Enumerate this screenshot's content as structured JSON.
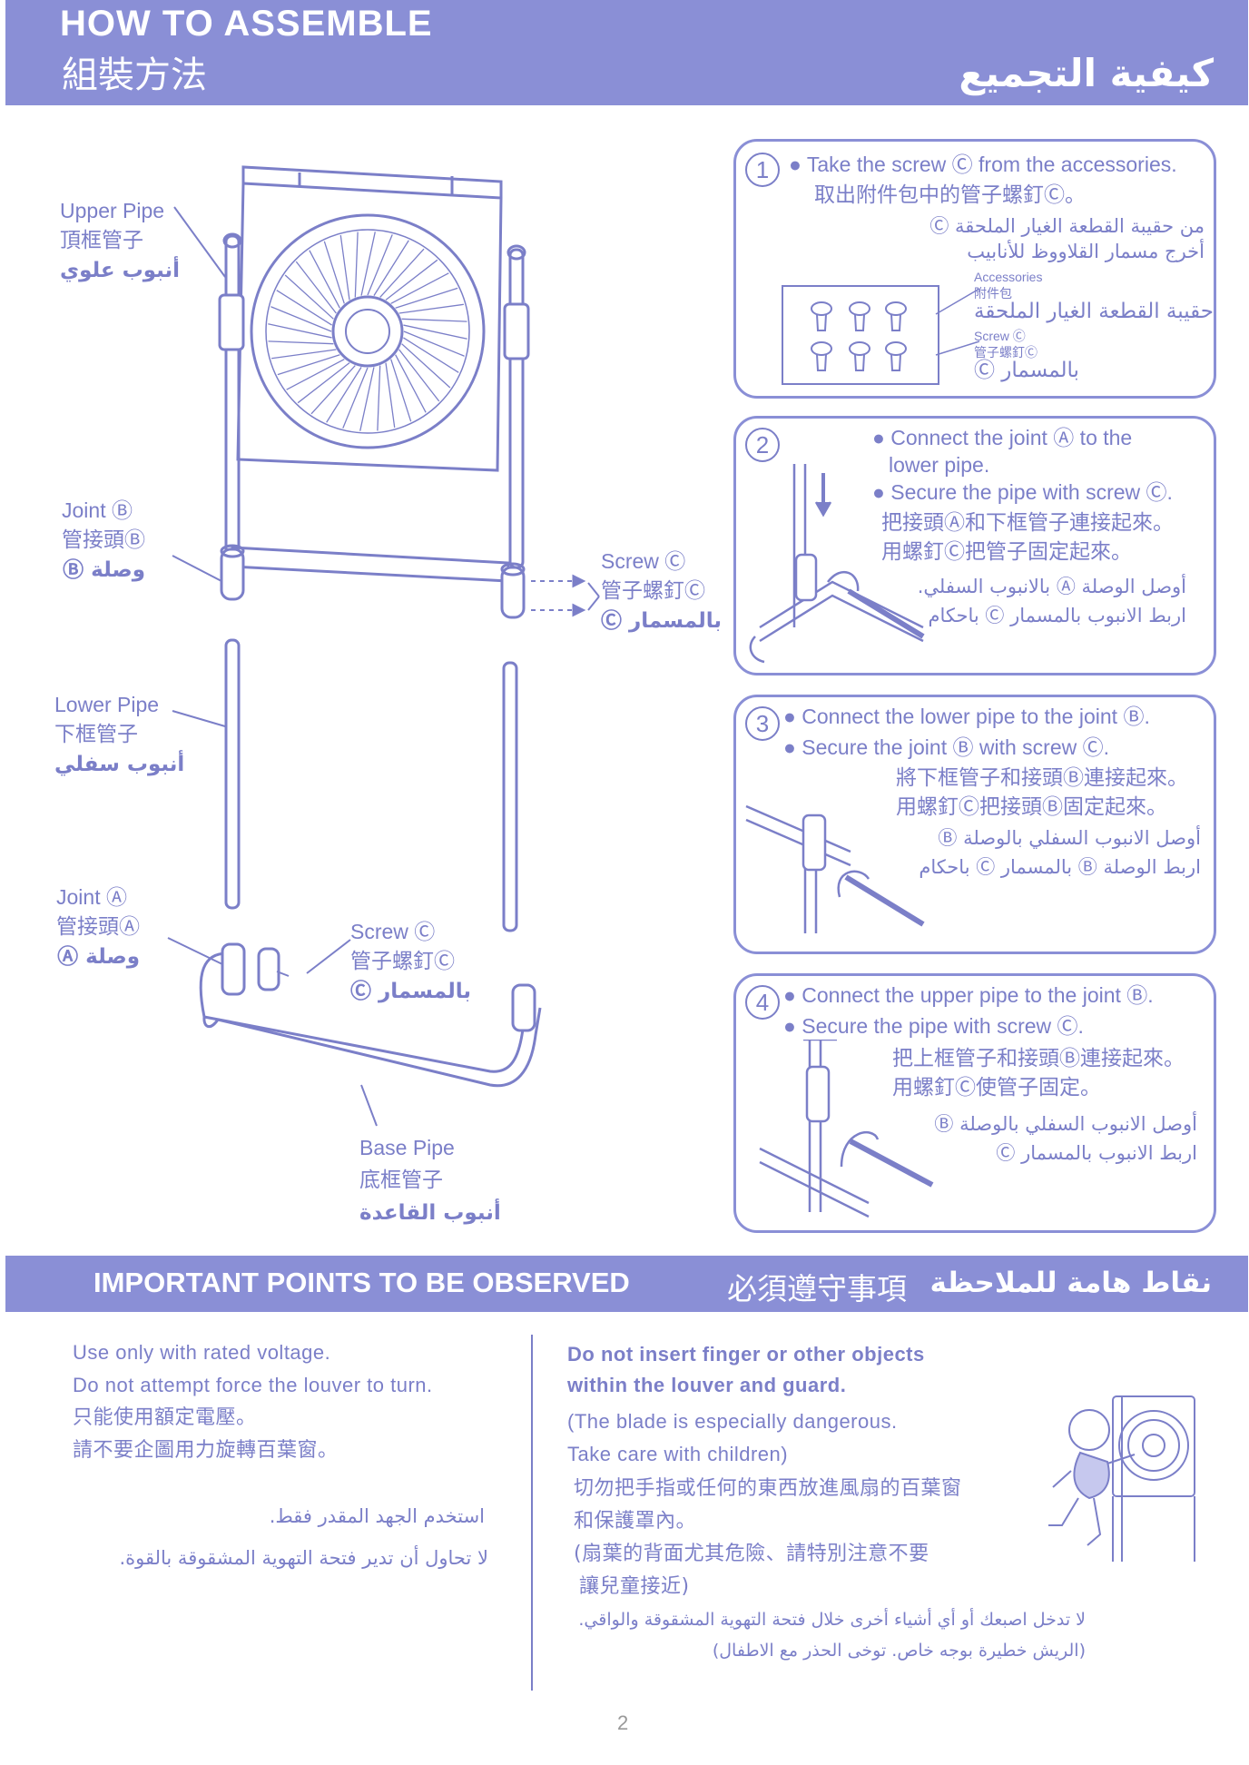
{
  "header": {
    "title_en": "HOW TO ASSEMBLE",
    "title_zh": "組裝方法",
    "title_ar": "كيفية التجميع"
  },
  "diagram": {
    "upper_pipe": [
      "Upper  Pipe",
      "頂框管子",
      "أنبوب علوي"
    ],
    "joint_b": [
      "Joint Ⓑ",
      "管接頭Ⓑ",
      "وصلة Ⓑ"
    ],
    "screw_c_mid": [
      "Screw Ⓒ",
      "管子螺釘Ⓒ",
      "بالمسمار Ⓒ"
    ],
    "lower_pipe": [
      "Lower  Pipe",
      "下框管子",
      "أنبوب سفلي"
    ],
    "joint_a": [
      "Joint Ⓐ",
      "管接頭Ⓐ",
      "وصلة Ⓐ"
    ],
    "screw_c_low": [
      "Screw Ⓒ",
      "管子螺釘Ⓒ",
      "بالمسمار Ⓒ"
    ],
    "base_pipe": [
      "Base Pipe",
      "底框管子",
      "أنبوب القاعدة"
    ]
  },
  "steps": [
    {
      "number": "1",
      "lines": [
        "● Take the screw Ⓒ  from the accessories.",
        "取出附件包中的管子螺釘Ⓒ。"
      ],
      "ar_lines": [
        "من حقيبة القطعة الغيار الملحقة Ⓒ",
        "أخرج مسمار القلاووظ للأنابيب"
      ],
      "accessories_label": [
        "Accessories",
        "附件包",
        "حقيبة القطعة الغيار الملحقة"
      ],
      "screw_label": [
        "Screw Ⓒ",
        "管子螺釘Ⓒ",
        "بالمسمار Ⓒ"
      ]
    },
    {
      "number": "2",
      "lines": [
        "● Connect the joint Ⓐ  to  the",
        "lower pipe.",
        "● Secure the pipe with screw Ⓒ.",
        "把接頭Ⓐ和下框管子連接起來。",
        "用螺釘Ⓒ把管子固定起來。"
      ],
      "ar_lines": [
        "أوصل الوصلة Ⓐ بالانبوب السفلي.",
        "اربط الانبوب بالمسمار Ⓒ باحكام"
      ]
    },
    {
      "number": "3",
      "lines": [
        "● Connect the lower pipe to the joint Ⓑ.",
        "● Secure the joint Ⓑ with screw Ⓒ.",
        "將下框管子和接頭Ⓑ連接起來。",
        "用螺釘Ⓒ把接頭Ⓑ固定起來。"
      ],
      "ar_lines": [
        "أوصل الانبوب السفلي بالوصلة Ⓑ",
        "اربط الوصلة Ⓑ بالمسمار Ⓒ باحكام"
      ]
    },
    {
      "number": "4",
      "lines": [
        "● Connect the upper pipe to the joint Ⓑ.",
        "● Secure the pipe with screw Ⓒ.",
        "把上框管子和接頭Ⓑ連接起來。",
        "用螺釘Ⓒ使管子固定。"
      ],
      "ar_lines": [
        "أوصل الانبوب السفلي بالوصلة Ⓑ",
        "اربط الانبوب بالمسمار Ⓒ"
      ]
    }
  ],
  "important": {
    "title_en": "IMPORTANT POINTS TO BE OBSERVED",
    "title_zh": "必須遵守事項",
    "title_ar": "نقاط هامة للملاحظة",
    "left": [
      "Use  only  with  rated  voltage.",
      "Do  not  attempt  force  the  louver  to  turn.",
      "只能使用額定電壓。",
      "請不要企圖用力旋轉百葉窗。"
    ],
    "left_ar": [
      "استخدم الجهد المقدر فقط.",
      "لا تحاول أن تدير فتحة التهوية المشقوقة بالقوة."
    ],
    "right": [
      "Do  not  insert  finger  or  other  objects",
      "within the louver and guard.",
      "(The blade is especially dangerous.",
      "Take care with children)",
      "切勿把手指或任何的東西放進風扇的百葉窗",
      "和保護罩內。",
      "(扇葉的背面尤其危險、請特別注意不要",
      "讓兒童接近)"
    ],
    "right_ar": [
      "لا تدخل اصبعك أو أي أشياء أخرى خلال فتحة التهوية المشقوقة والواقي.",
      "(الريش خطيرة بوجه خاص. توخى الحذر مع الاطفال)"
    ]
  },
  "page_number": "2"
}
